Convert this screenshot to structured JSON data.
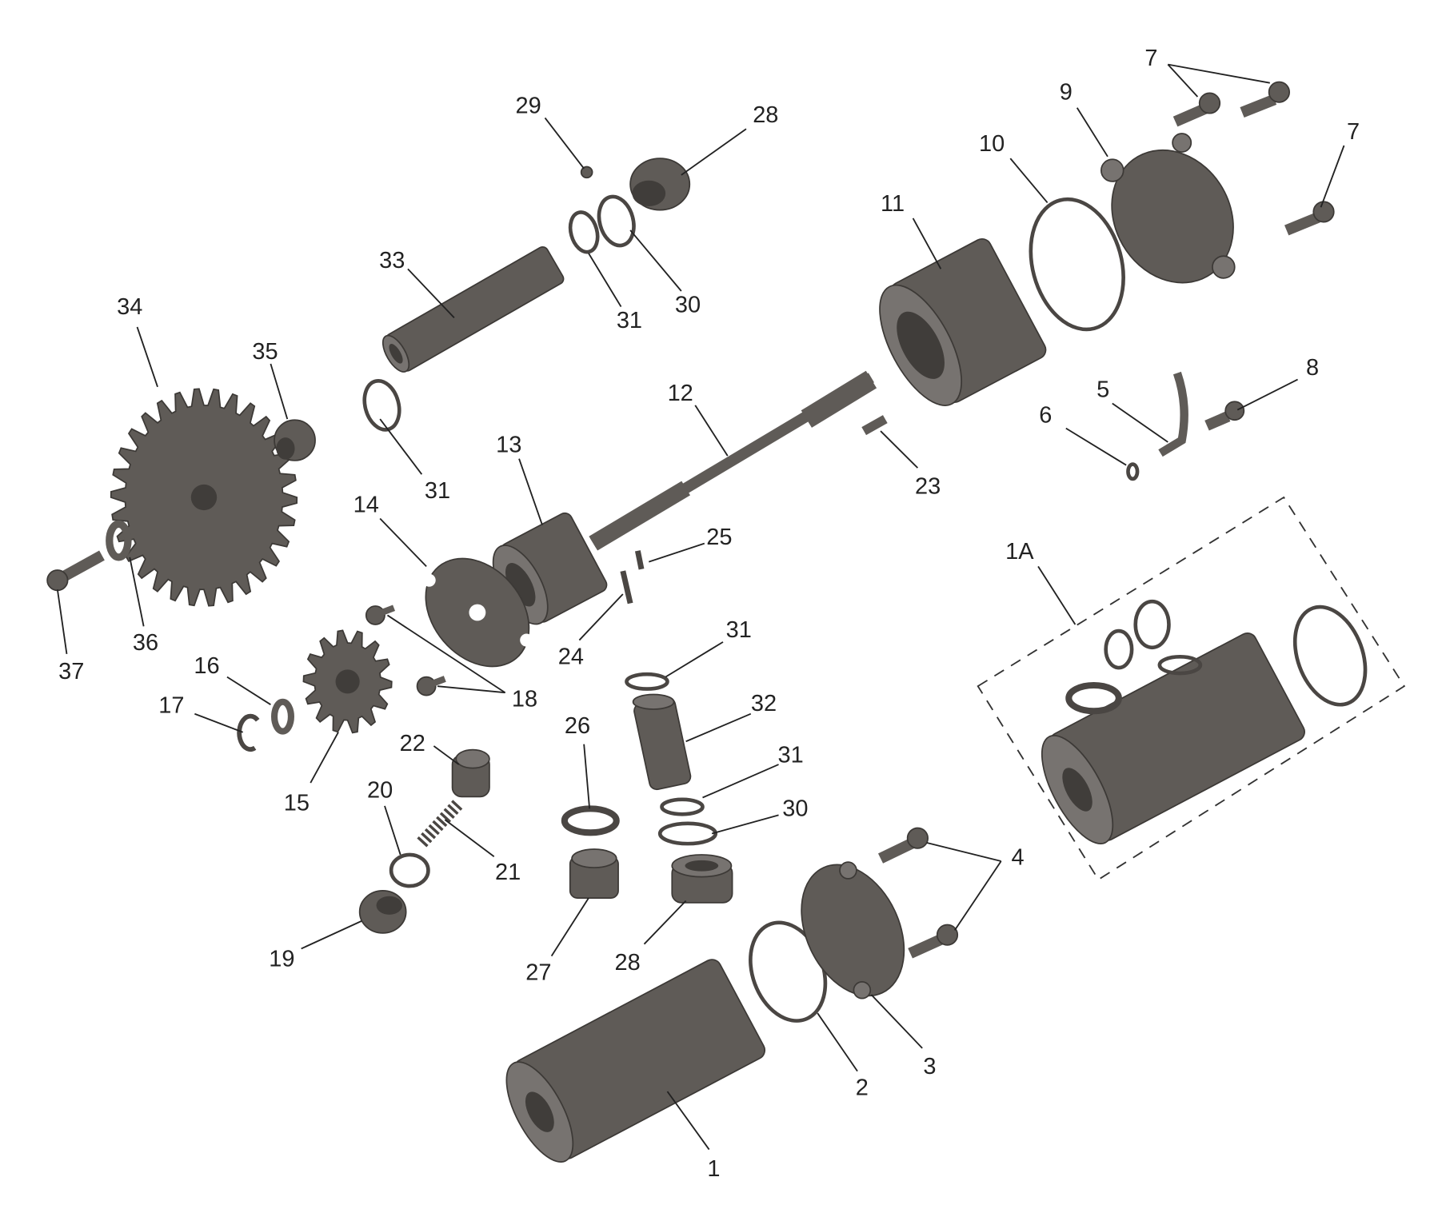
{
  "diagram": {
    "type": "exploded-parts-diagram",
    "part_color": "#5f5b57",
    "callouts": [
      "29",
      "28",
      "33",
      "30",
      "31",
      "34",
      "35",
      "31",
      "12",
      "13",
      "14",
      "11",
      "10",
      "9",
      "7",
      "7",
      "8",
      "5",
      "6",
      "23",
      "25",
      "24",
      "1A",
      "37",
      "36",
      "16",
      "17",
      "18",
      "15",
      "22",
      "20",
      "21",
      "19",
      "26",
      "27",
      "28",
      "31",
      "32",
      "31",
      "30",
      "4",
      "3",
      "2",
      "1"
    ]
  }
}
